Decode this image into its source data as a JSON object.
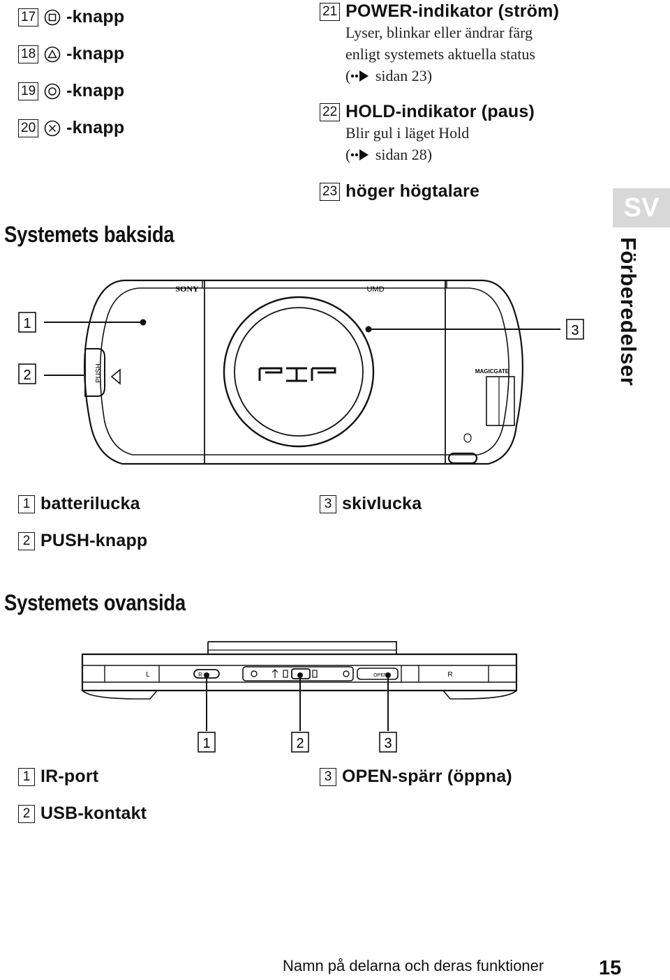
{
  "button_list": [
    {
      "num": "17",
      "icon": "square-icon",
      "label": "-knapp"
    },
    {
      "num": "18",
      "icon": "triangle-icon",
      "label": "-knapp"
    },
    {
      "num": "19",
      "icon": "circle-icon",
      "label": "-knapp"
    },
    {
      "num": "20",
      "icon": "cross-icon",
      "label": "-knapp"
    }
  ],
  "indicators": [
    {
      "num": "21",
      "title": "POWER-indikator (ström)",
      "desc": [
        "Lyser, blinkar eller ändrar färg",
        "enligt systemets aktuella status"
      ],
      "ref": "sidan 23)"
    },
    {
      "num": "22",
      "title": "HOLD-indikator (paus)",
      "desc": [
        "Blir gul i läget Hold"
      ],
      "ref": "sidan 28)"
    },
    {
      "num": "23",
      "title": "höger högtalare",
      "desc": [],
      "ref": ""
    }
  ],
  "ref_prefix": "(",
  "back_section": {
    "heading": "Systemets baksida",
    "device_labels": {
      "brand": "SONY",
      "umd": "UMD",
      "push": "PUSH",
      "logo": "MAGICGATE"
    },
    "callouts": [
      "1",
      "2",
      "3"
    ],
    "items": [
      {
        "num": "1",
        "label": "batterilucka"
      },
      {
        "num": "2",
        "label": "PUSH-knapp"
      },
      {
        "num": "3",
        "label": "skivlucka"
      }
    ]
  },
  "top_section": {
    "heading": "Systemets ovansida",
    "device_labels": {
      "l": "L",
      "r": "R",
      "ir": "R",
      "open": "OPEN"
    },
    "callouts": [
      "1",
      "2",
      "3"
    ],
    "items": [
      {
        "num": "1",
        "label": "IR-port"
      },
      {
        "num": "2",
        "label": "USB-kontakt"
      },
      {
        "num": "3",
        "label": "OPEN-spärr (öppna)"
      }
    ]
  },
  "side_tab": {
    "lang": "SV",
    "chapter": "Förberedelser"
  },
  "footer": {
    "title": "Namn på delarna och deras funktioner",
    "page": "15"
  }
}
